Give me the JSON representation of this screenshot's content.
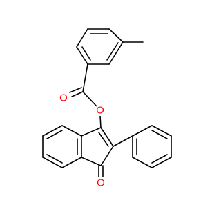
{
  "molecule": {
    "atoms": [
      {
        "symbol": "O",
        "color": "#ff0000"
      },
      {
        "symbol": "O",
        "color": "#ff0000"
      },
      {
        "symbol": "O",
        "color": "#ff0000"
      }
    ]
  }
}
